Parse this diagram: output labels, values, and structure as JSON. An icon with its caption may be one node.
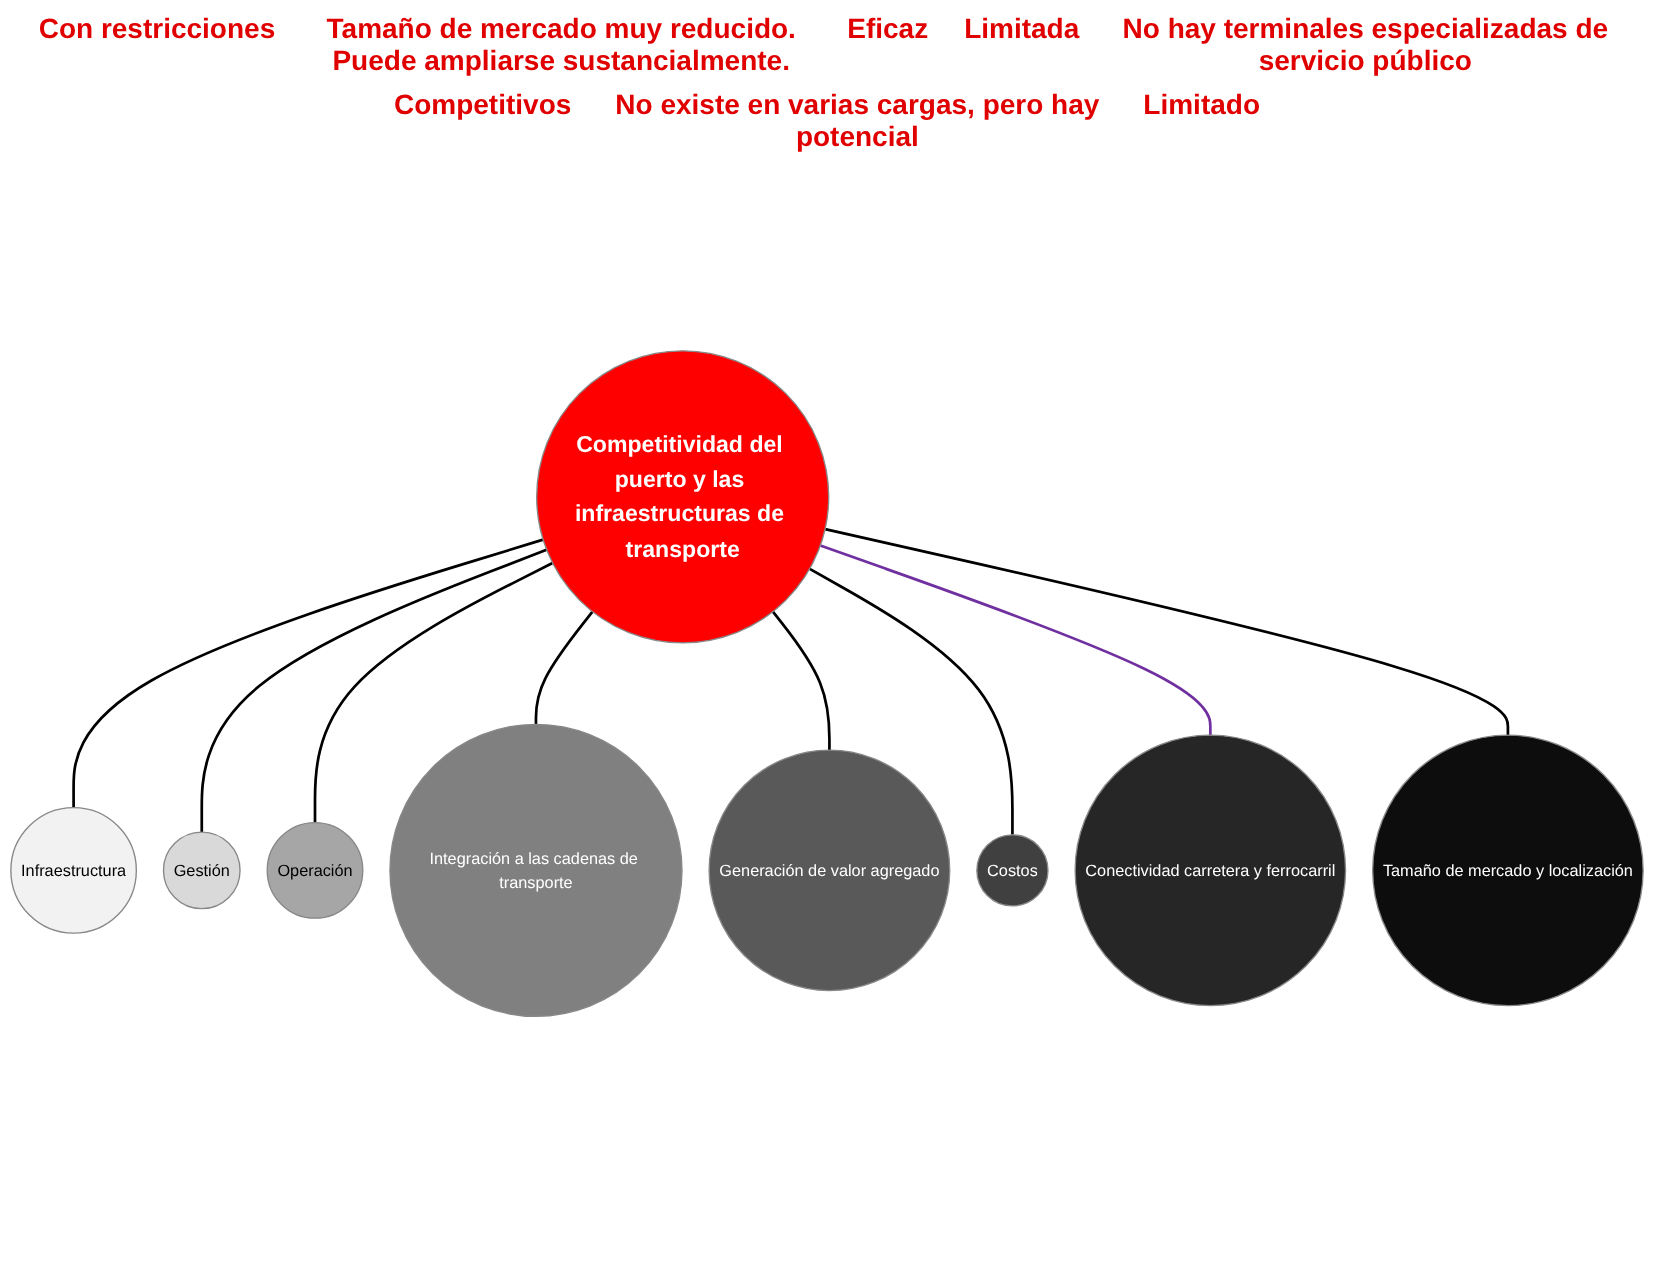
{
  "diagram": {
    "nodes": [
      {
        "text": [
          "Competitividad del puerto y las infraestructuras de transporte"
        ]
      },
      {
        "text": [
          "Infraestructura"
        ]
      },
      {
        "text": [
          "Gestión"
        ]
      },
      {
        "text": [
          "Operación"
        ]
      },
      {
        "text": [
          "Integración a las cadenas de transporte"
        ]
      },
      {
        "text": [
          "Generación de valor agregado"
        ]
      },
      {
        "text": [
          "Costos"
        ]
      },
      {
        "text": [
          "Conectividad carretera y ferrocarril"
        ]
      },
      {
        "text": [
          "Tamaño de mercado y localización"
        ]
      }
    ],
    "edges": [
      {
        "from": 0,
        "to": 1,
        "arrow": "none"
      },
      {
        "from": 0,
        "to": 2,
        "arrow": "none"
      },
      {
        "from": 0,
        "to": 3,
        "arrow": "none"
      },
      {
        "from": 0,
        "to": 4,
        "arrow": "none"
      },
      {
        "from": 0,
        "to": 5,
        "arrow": "none"
      },
      {
        "from": 0,
        "to": 6,
        "arrow": "none"
      },
      {
        "from": 0,
        "to": 7,
        "arrow": "none",
        "color": "#7030a0"
      },
      {
        "from": 0,
        "to": 8,
        "arrow": "none"
      }
    ],
    "labels": [
      "Con restricciones",
      "Tamaño de mercado muy reducido. Puede ampliarse sustancialmente.",
      "Eficaz",
      "Limitada",
      "No hay terminales especializadas de servicio público",
      "Competitivos",
      "No existe en varias cargas, pero hay potencial",
      "Limitado"
    ]
  }
}
